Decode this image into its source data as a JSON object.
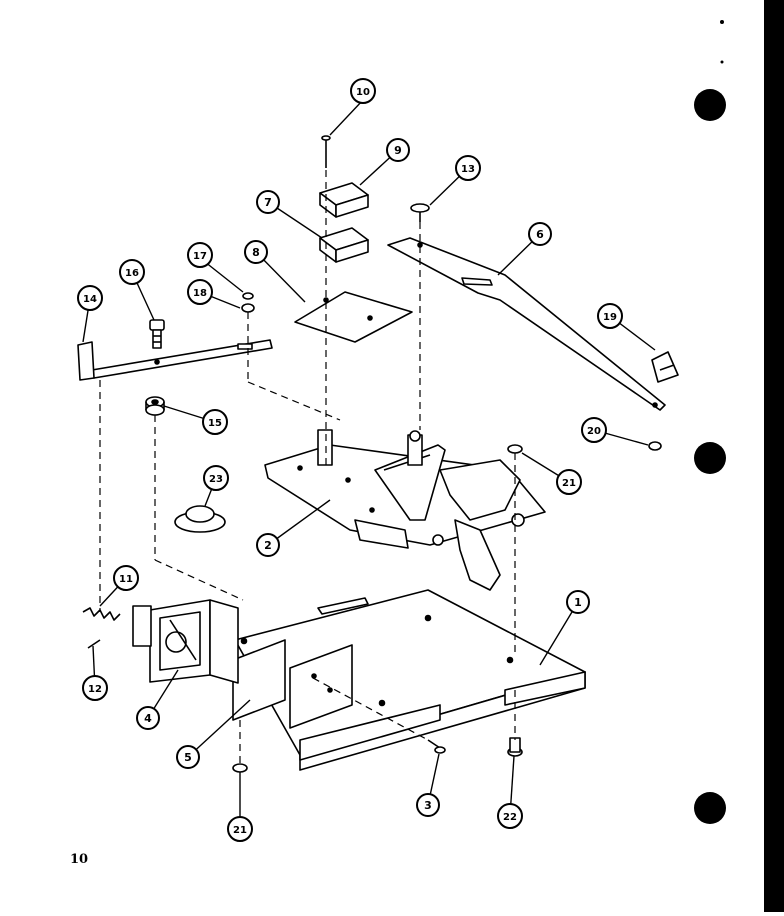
{
  "page_number": "10",
  "callouts": [
    {
      "id": "callout-1",
      "label": "1"
    },
    {
      "id": "callout-2",
      "label": "2"
    },
    {
      "id": "callout-3",
      "label": "3"
    },
    {
      "id": "callout-4",
      "label": "4"
    },
    {
      "id": "callout-5",
      "label": "5"
    },
    {
      "id": "callout-6",
      "label": "6"
    },
    {
      "id": "callout-7",
      "label": "7"
    },
    {
      "id": "callout-8",
      "label": "8"
    },
    {
      "id": "callout-9",
      "label": "9"
    },
    {
      "id": "callout-10",
      "label": "10"
    },
    {
      "id": "callout-11",
      "label": "11"
    },
    {
      "id": "callout-12",
      "label": "12"
    },
    {
      "id": "callout-13",
      "label": "13"
    },
    {
      "id": "callout-14",
      "label": "14"
    },
    {
      "id": "callout-15",
      "label": "15"
    },
    {
      "id": "callout-16",
      "label": "16"
    },
    {
      "id": "callout-17",
      "label": "17"
    },
    {
      "id": "callout-18",
      "label": "18"
    },
    {
      "id": "callout-19",
      "label": "19"
    },
    {
      "id": "callout-20",
      "label": "20"
    },
    {
      "id": "callout-21a",
      "label": "21"
    },
    {
      "id": "callout-21b",
      "label": "21"
    },
    {
      "id": "callout-22",
      "label": "22"
    },
    {
      "id": "callout-23",
      "label": "23"
    }
  ],
  "colors": {
    "ink": "#000000",
    "paper": "#ffffff"
  }
}
